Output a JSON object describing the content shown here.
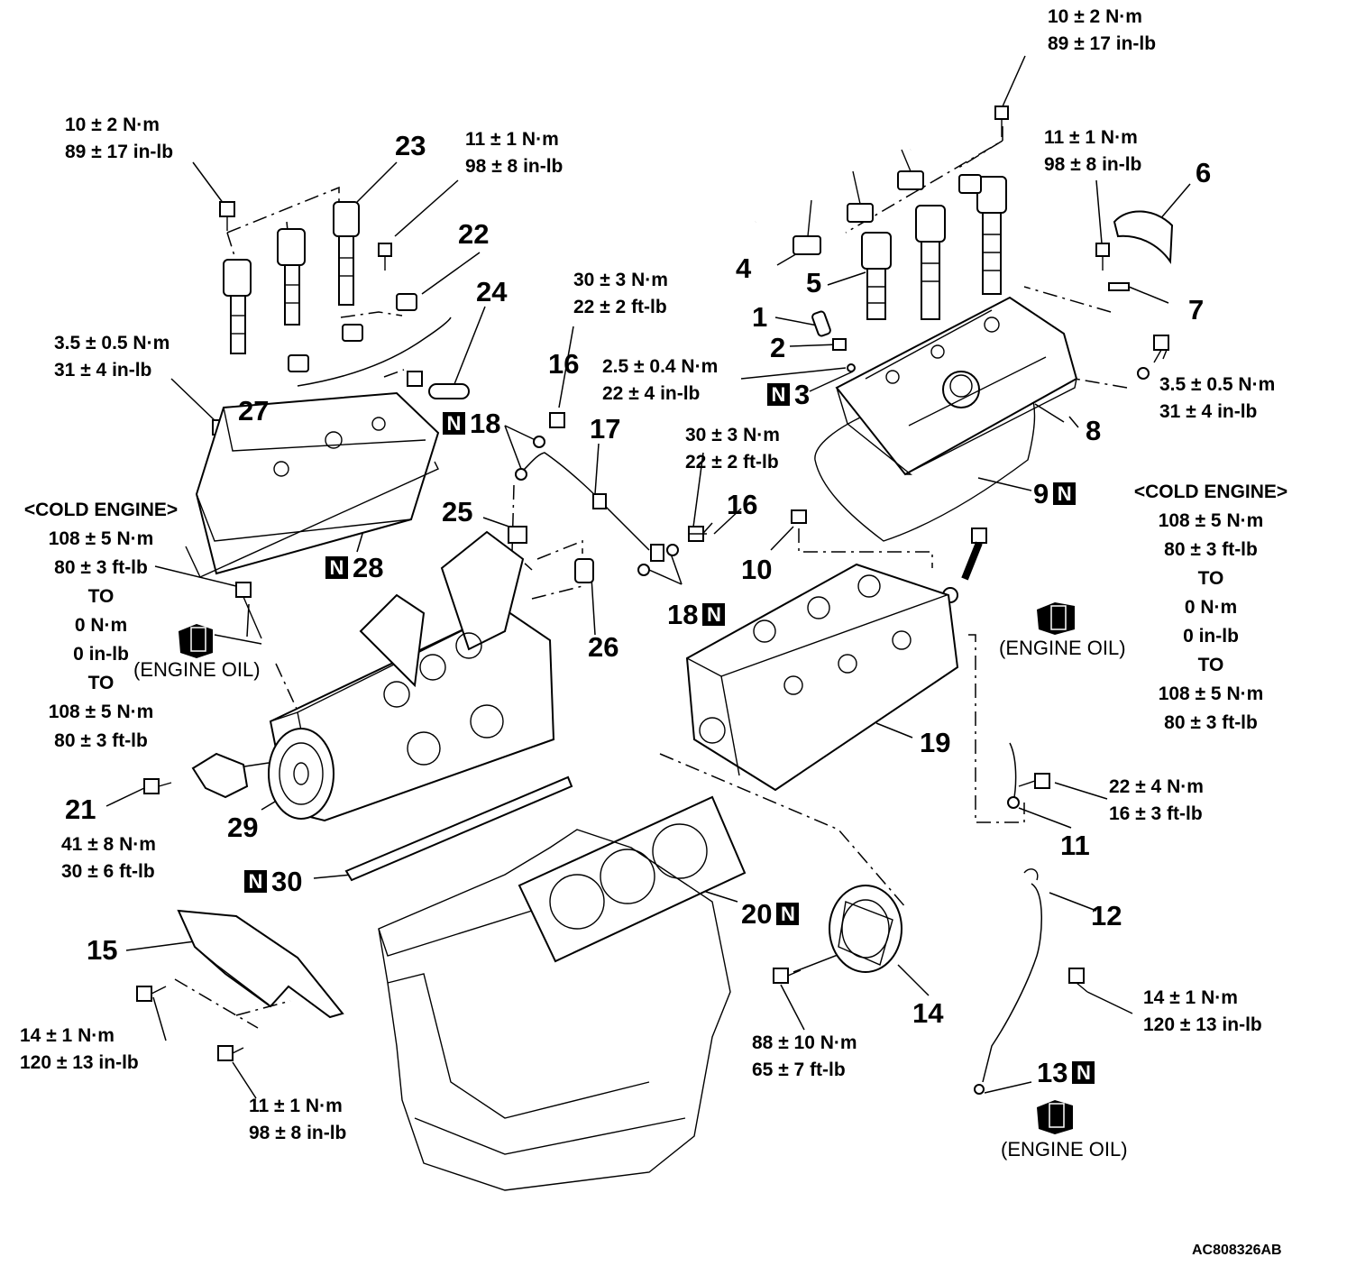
{
  "badge_letter": "N",
  "parts": {
    "p1": "1",
    "p2": "2",
    "p3": "3",
    "p4": "4",
    "p5": "5",
    "p6": "6",
    "p7": "7",
    "p8": "8",
    "p9": "9",
    "p10": "10",
    "p11": "11",
    "p12": "12",
    "p13": "13",
    "p14": "14",
    "p15": "15",
    "p16a": "16",
    "p16b": "16",
    "p17": "17",
    "p18a": "18",
    "p18b": "18",
    "p19": "19",
    "p20": "20",
    "p21": "21",
    "p22": "22",
    "p23": "23",
    "p24": "24",
    "p25": "25",
    "p26": "26",
    "p27": "27",
    "p28": "28",
    "p29": "29",
    "p30": "30"
  },
  "torque": {
    "t_coil_right": [
      "10 ± 2 N·m",
      "89 ± 17 in-lb"
    ],
    "t_coil_left": [
      "10 ± 2 N·m",
      "89 ± 17 in-lb"
    ],
    "t_harness_left": [
      "11 ± 1 N·m",
      "98 ± 8 in-lb"
    ],
    "t_bracket_right": [
      "11 ± 1 N·m",
      "98 ± 8 in-lb"
    ],
    "t_cover_left": [
      "3.5 ± 0.5 N·m",
      "31 ± 4 in-lb"
    ],
    "t_cover_right": [
      "3.5 ± 0.5 N·m",
      "31 ± 4 in-lb"
    ],
    "t_hose_bolt_a": [
      "30 ± 3 N·m",
      "22 ± 2 ft-lb"
    ],
    "t_hose_bolt_b": [
      "30 ± 3 N·m",
      "22 ± 2 ft-lb"
    ],
    "t_sensor": [
      "2.5 ± 0.4 N·m",
      "22 ± 4 in-lb"
    ],
    "t_ground": [
      "22 ± 4 N·m",
      "16 ± 3 ft-lb"
    ],
    "t_tensioner": [
      "41 ± 8 N·m",
      "30 ± 6 ft-lb"
    ],
    "t_rear_cover_a": [
      "14 ± 1 N·m",
      "120 ± 13 in-lb"
    ],
    "t_rear_cover_b": [
      "11 ± 1 N·m",
      "98 ± 8 in-lb"
    ],
    "t_sprocket": [
      "88 ± 10 N·m",
      "65 ± 7 ft-lb"
    ],
    "t_dipstick": [
      "14 ± 1 N·m",
      "120 ± 13 in-lb"
    ]
  },
  "cold_left": [
    "<COLD ENGINE>",
    "108 ± 5 N·m",
    "80 ± 3 ft-lb",
    "TO",
    "0 N·m",
    "0 in-lb",
    "TO",
    "108 ± 5 N·m",
    "80 ± 3 ft-lb"
  ],
  "cold_right": [
    "<COLD ENGINE>",
    "108 ± 5 N·m",
    "80 ± 3 ft-lb",
    "TO",
    "0 N·m",
    "0 in-lb",
    "TO",
    "108 ± 5 N·m",
    "80 ± 3 ft-lb"
  ],
  "oil_note": "(ENGINE OIL)",
  "figure_code": "AC808326AB",
  "icons": [
    "oil-can-icon"
  ]
}
